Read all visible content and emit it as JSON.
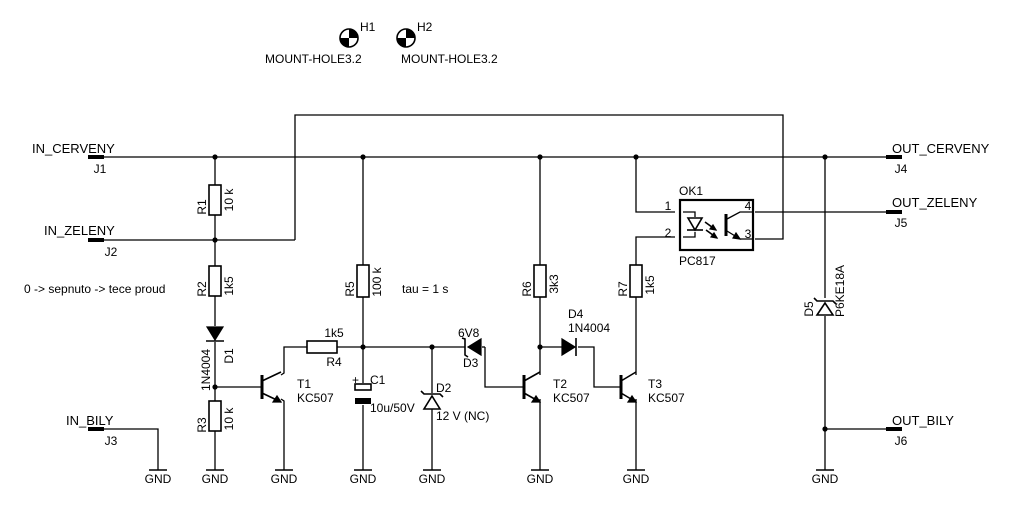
{
  "connectors": {
    "j1": {
      "net": "IN_CERVENY",
      "ref": "J1"
    },
    "j2": {
      "net": "IN_ZELENY",
      "ref": "J2"
    },
    "j3": {
      "net": "IN_BILY",
      "ref": "J3"
    },
    "j4": {
      "net": "OUT_CERVENY",
      "ref": "J4"
    },
    "j5": {
      "net": "OUT_ZELENY",
      "ref": "J5"
    },
    "j6": {
      "net": "OUT_BILY",
      "ref": "J6"
    }
  },
  "mount_holes": [
    {
      "ref": "H1",
      "value": "MOUNT-HOLE3.2"
    },
    {
      "ref": "H2",
      "value": "MOUNT-HOLE3.2"
    }
  ],
  "resistors": {
    "r1": {
      "ref": "R1",
      "value": "10 k"
    },
    "r2": {
      "ref": "R2",
      "value": "1k5"
    },
    "r3": {
      "ref": "R3",
      "value": "10 k"
    },
    "r4": {
      "ref": "R4",
      "value": "1k5"
    },
    "r5": {
      "ref": "R5",
      "value": "100 k"
    },
    "r6": {
      "ref": "R6",
      "value": "3k3"
    },
    "r7": {
      "ref": "R7",
      "value": "1k5"
    }
  },
  "diodes": {
    "d1": {
      "ref": "D1",
      "value": "1N4004"
    },
    "d2": {
      "ref": "D2",
      "value": "12 V (NC)"
    },
    "d3": {
      "ref": "D3",
      "value": "6V8"
    },
    "d4": {
      "ref": "D4",
      "value": "1N4004"
    },
    "d5": {
      "ref": "D5",
      "value": "P6KE18A"
    }
  },
  "capacitor": {
    "ref": "C1",
    "value": "10u/50V"
  },
  "transistors": {
    "t1": {
      "ref": "T1",
      "value": "KC507"
    },
    "t2": {
      "ref": "T2",
      "value": "KC507"
    },
    "t3": {
      "ref": "T3",
      "value": "KC507"
    }
  },
  "optocoupler": {
    "ref": "OK1",
    "value": "PC817",
    "pins": [
      "1",
      "2",
      "3",
      "4"
    ]
  },
  "gnd_label": "GND",
  "cap_polarity": "+",
  "notes": {
    "switch_note": "0 -> sepnuto -> tece proud",
    "tau": "tau = 1 s"
  }
}
